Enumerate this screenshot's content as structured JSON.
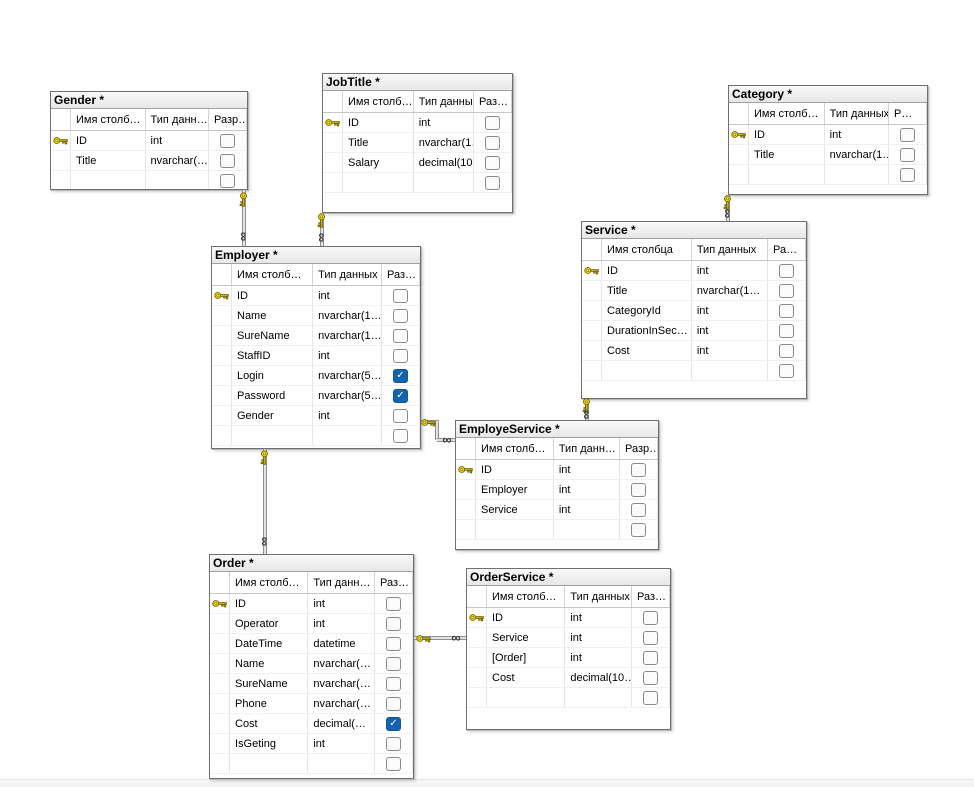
{
  "diagram": {
    "kind": "database-diagram",
    "icons": {
      "primary_key": "key-icon",
      "many_end": "infinity-icon",
      "one_end": "key-icon"
    },
    "colors": {
      "checked_checkbox": "#1463ae",
      "key_gold": "#edd500",
      "table_header_bg": "#efefef",
      "connector_gray": "#8f8f8f"
    }
  },
  "tables": [
    {
      "id": "gender",
      "title": "Gender *",
      "headers": {
        "name": "Имя столб…",
        "type": "Тип данн…",
        "nulls": "Разр…"
      },
      "rows": [
        {
          "pk": true,
          "name": "ID",
          "type": "int",
          "nullable": false
        },
        {
          "pk": false,
          "name": "Title",
          "type": "nvarchar(…",
          "nullable": false
        },
        {
          "pk": false,
          "name": "",
          "type": "",
          "nullable": false
        }
      ]
    },
    {
      "id": "jobtitle",
      "title": "JobTitle *",
      "headers": {
        "name": "Имя столб…",
        "type": "Тип данных",
        "nulls": "Раз…"
      },
      "rows": [
        {
          "pk": true,
          "name": "ID",
          "type": "int",
          "nullable": false
        },
        {
          "pk": false,
          "name": "Title",
          "type": "nvarchar(1…",
          "nullable": false
        },
        {
          "pk": false,
          "name": "Salary",
          "type": "decimal(10…",
          "nullable": false
        },
        {
          "pk": false,
          "name": "",
          "type": "",
          "nullable": false
        }
      ]
    },
    {
      "id": "category",
      "title": "Category *",
      "headers": {
        "name": "Имя столб…",
        "type": "Тип данных",
        "nulls": "Р…"
      },
      "rows": [
        {
          "pk": true,
          "name": "ID",
          "type": "int",
          "nullable": false
        },
        {
          "pk": false,
          "name": "Title",
          "type": "nvarchar(1…",
          "nullable": false
        },
        {
          "pk": false,
          "name": "",
          "type": "",
          "nullable": false
        }
      ]
    },
    {
      "id": "service",
      "title": "Service *",
      "headers": {
        "name": "Имя столбца",
        "type": "Тип данных",
        "nulls": "Ра…"
      },
      "rows": [
        {
          "pk": true,
          "name": "ID",
          "type": "int",
          "nullable": false
        },
        {
          "pk": false,
          "name": "Title",
          "type": "nvarchar(1…",
          "nullable": false
        },
        {
          "pk": false,
          "name": "CategoryId",
          "type": "int",
          "nullable": false
        },
        {
          "pk": false,
          "name": "DurationInSec…",
          "type": "int",
          "nullable": false
        },
        {
          "pk": false,
          "name": "Cost",
          "type": "int",
          "nullable": false
        },
        {
          "pk": false,
          "name": "",
          "type": "",
          "nullable": false
        }
      ]
    },
    {
      "id": "employer",
      "title": "Employer *",
      "headers": {
        "name": "Имя столб…",
        "type": "Тип данных",
        "nulls": "Раз…"
      },
      "rows": [
        {
          "pk": true,
          "name": "ID",
          "type": "int",
          "nullable": false
        },
        {
          "pk": false,
          "name": "Name",
          "type": "nvarchar(1…",
          "nullable": false
        },
        {
          "pk": false,
          "name": "SureName",
          "type": "nvarchar(1…",
          "nullable": false
        },
        {
          "pk": false,
          "name": "StaffID",
          "type": "int",
          "nullable": false
        },
        {
          "pk": false,
          "name": "Login",
          "type": "nvarchar(5…",
          "nullable": true
        },
        {
          "pk": false,
          "name": "Password",
          "type": "nvarchar(5…",
          "nullable": true
        },
        {
          "pk": false,
          "name": "Gender",
          "type": "int",
          "nullable": false
        },
        {
          "pk": false,
          "name": "",
          "type": "",
          "nullable": false
        }
      ]
    },
    {
      "id": "employeservice",
      "title": "EmployeService *",
      "headers": {
        "name": "Имя столб…",
        "type": "Тип данн…",
        "nulls": "Разр…"
      },
      "rows": [
        {
          "pk": true,
          "name": "ID",
          "type": "int",
          "nullable": false
        },
        {
          "pk": false,
          "name": "Employer",
          "type": "int",
          "nullable": false
        },
        {
          "pk": false,
          "name": "Service",
          "type": "int",
          "nullable": false
        },
        {
          "pk": false,
          "name": "",
          "type": "",
          "nullable": false
        }
      ]
    },
    {
      "id": "order",
      "title": "Order *",
      "headers": {
        "name": "Имя столб…",
        "type": "Тип данн…",
        "nulls": "Раз…"
      },
      "rows": [
        {
          "pk": true,
          "name": "ID",
          "type": "int",
          "nullable": false
        },
        {
          "pk": false,
          "name": "Operator",
          "type": "int",
          "nullable": false
        },
        {
          "pk": false,
          "name": "DateTime",
          "type": "datetime",
          "nullable": false
        },
        {
          "pk": false,
          "name": "Name",
          "type": "nvarchar(…",
          "nullable": false
        },
        {
          "pk": false,
          "name": "SureName",
          "type": "nvarchar(…",
          "nullable": false
        },
        {
          "pk": false,
          "name": "Phone",
          "type": "nvarchar(…",
          "nullable": false
        },
        {
          "pk": false,
          "name": "Cost",
          "type": "decimal(…",
          "nullable": true
        },
        {
          "pk": false,
          "name": "IsGeting",
          "type": "int",
          "nullable": false
        },
        {
          "pk": false,
          "name": "",
          "type": "",
          "nullable": false
        }
      ]
    },
    {
      "id": "orderservice",
      "title": "OrderService *",
      "headers": {
        "name": "Имя столб…",
        "type": "Тип данных",
        "nulls": "Раз…"
      },
      "rows": [
        {
          "pk": true,
          "name": "ID",
          "type": "int",
          "nullable": false
        },
        {
          "pk": false,
          "name": "Service",
          "type": "int",
          "nullable": false
        },
        {
          "pk": false,
          "name": "[Order]",
          "type": "int",
          "nullable": false
        },
        {
          "pk": false,
          "name": "Cost",
          "type": "decimal(10…",
          "nullable": false
        },
        {
          "pk": false,
          "name": "",
          "type": "",
          "nullable": false
        }
      ]
    }
  ],
  "relationships": [
    {
      "from": "Gender",
      "to": "Employer"
    },
    {
      "from": "JobTitle",
      "to": "Employer"
    },
    {
      "from": "Category",
      "to": "Service"
    },
    {
      "from": "Service",
      "to": "EmployeService"
    },
    {
      "from": "Employer",
      "to": "EmployeService"
    },
    {
      "from": "Employer",
      "to": "Order"
    },
    {
      "from": "Order",
      "to": "OrderService"
    }
  ],
  "many_symbol": "∞"
}
